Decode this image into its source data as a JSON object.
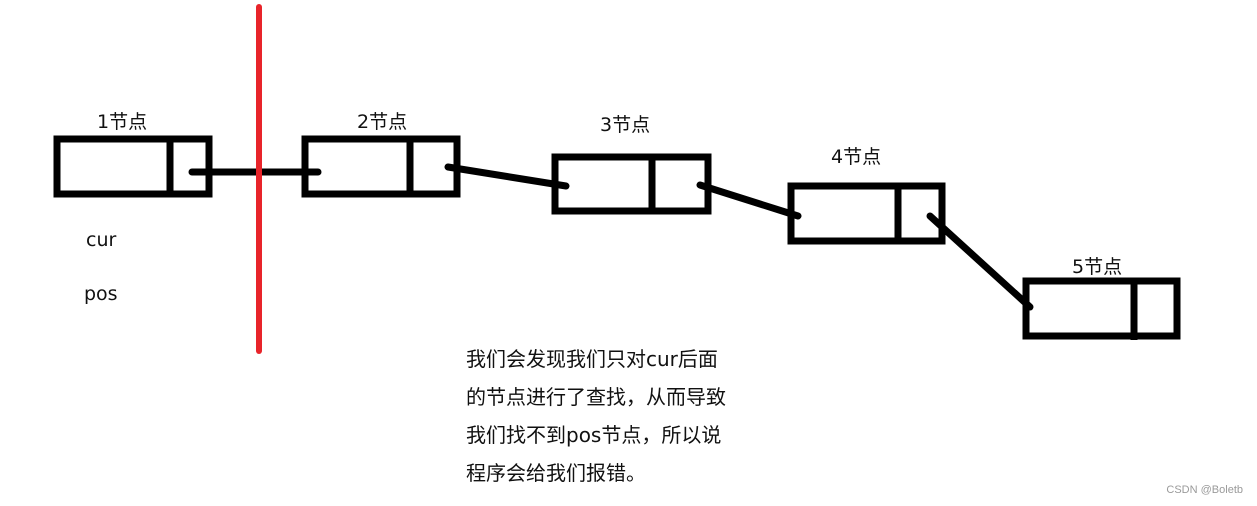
{
  "nodes": [
    {
      "label": "1节点"
    },
    {
      "label": "2节点"
    },
    {
      "label": "3节点"
    },
    {
      "label": "4节点"
    },
    {
      "label": "5节点"
    }
  ],
  "pointers": {
    "cur": "cur",
    "pos": "pos"
  },
  "explanation": [
    "我们会发现我们只对cur后面",
    "的节点进行了查找，从而导致",
    "我们找不到pos节点，所以说",
    "程序会给我们报错。"
  ],
  "watermark": "CSDN @Boletb",
  "colors": {
    "stroke": "#000000",
    "divider": "#e8242a"
  }
}
